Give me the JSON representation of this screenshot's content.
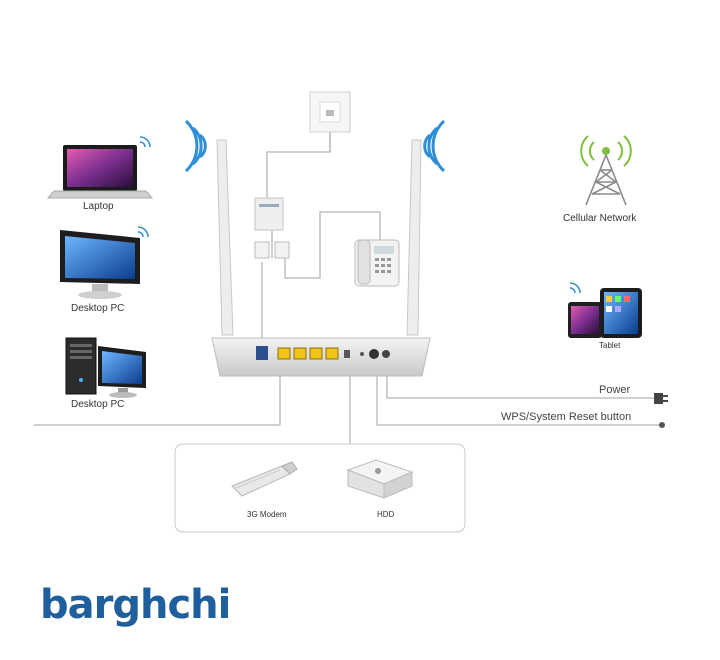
{
  "devices": {
    "laptop": "Laptop",
    "desktop_pc_1": "Desktop PC",
    "desktop_pc_2": "Desktop PC",
    "cellular": "Cellular Network",
    "tablet": "Tablet",
    "modem_3g": "3G Modem",
    "hdd": "HDD"
  },
  "connections": {
    "power": "Power",
    "wps_reset": "WPS/System Reset button"
  },
  "brand": {
    "logo_text": "barghchi",
    "color": "#1f5f9e"
  },
  "icons": [
    "wifi-waves-icon",
    "laptop-icon",
    "monitor-icon",
    "pc-tower-icon",
    "cell-tower-icon",
    "tablet-icon",
    "phone-icon",
    "wall-socket-icon",
    "splitter-icon",
    "usb-modem-icon",
    "hdd-icon",
    "power-plug-icon",
    "router-icon"
  ]
}
